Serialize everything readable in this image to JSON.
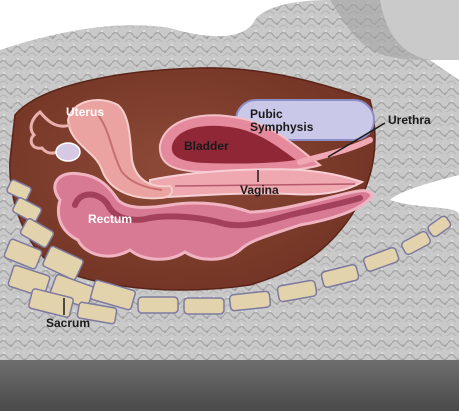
{
  "diagram": {
    "labels": {
      "uterus": "Uterus",
      "pubic_symphysis_line1": "Pubic",
      "pubic_symphysis_line2": "Symphysis",
      "urethra": "Urethra",
      "bladder": "Bladder",
      "vagina": "Vagina",
      "rectum": "Rectum",
      "sacrum": "Sacrum"
    },
    "colors": {
      "cavity": "#7e3b2a",
      "uterus": "#e9a2a0",
      "bladder_wall": "#e58a9c",
      "bladder_lumen": "#8f2737",
      "vagina": "#efa7b0",
      "rectum": "#d77892",
      "rectum_inner": "#a3405c",
      "pubic_bone": "#c7c6e6",
      "vertebra": "#e3d3ad",
      "disc": "#9a96cf",
      "tissue": "#c6c6c6",
      "floor": "#5a5a5a"
    }
  }
}
